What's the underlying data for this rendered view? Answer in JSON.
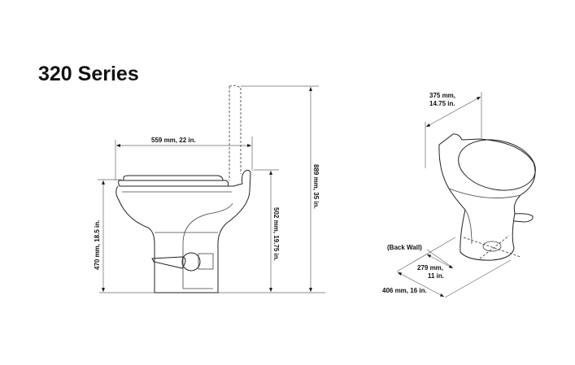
{
  "title": "320 Series",
  "side_view": {
    "width_label": "559 mm, 22 in.",
    "seat_height_label": "470 mm, 18.5 in.",
    "rear_height_label": "502 mm, 19.75 in.",
    "total_height_label": "889 mm, 35 in."
  },
  "iso_view": {
    "width_label_line1": "375 mm,",
    "width_label_line2": "14.75 in.",
    "back_wall_label": "(Back Wall)",
    "rough_in_line1": "279 mm,",
    "rough_in_line2": "11 in.",
    "depth_label": "406 mm, 16 in."
  }
}
